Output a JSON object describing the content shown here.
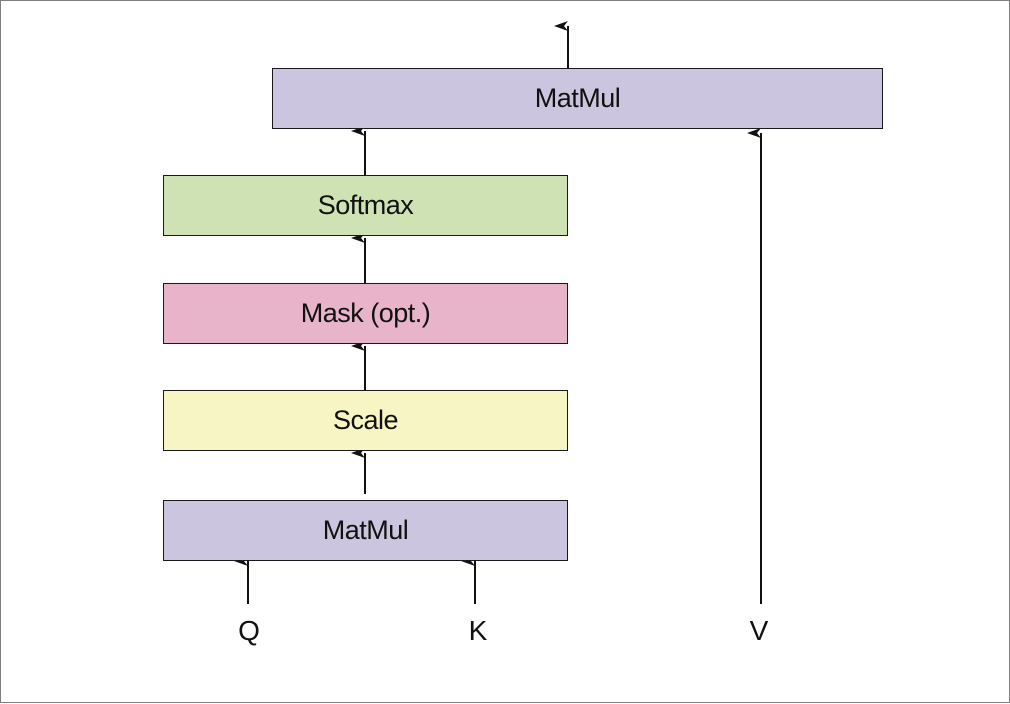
{
  "blocks": {
    "matmul_top": "MatMul",
    "softmax": "Softmax",
    "mask": "Mask (opt.)",
    "scale": "Scale",
    "matmul_bottom": "MatMul"
  },
  "inputs": {
    "q": "Q",
    "k": "K",
    "v": "V"
  },
  "colors": {
    "matmul": "#cbc5df",
    "softmax": "#cfe2b3",
    "mask": "#e7b4c9",
    "scale": "#f7f5c3",
    "stroke": "#1a1a1a"
  }
}
